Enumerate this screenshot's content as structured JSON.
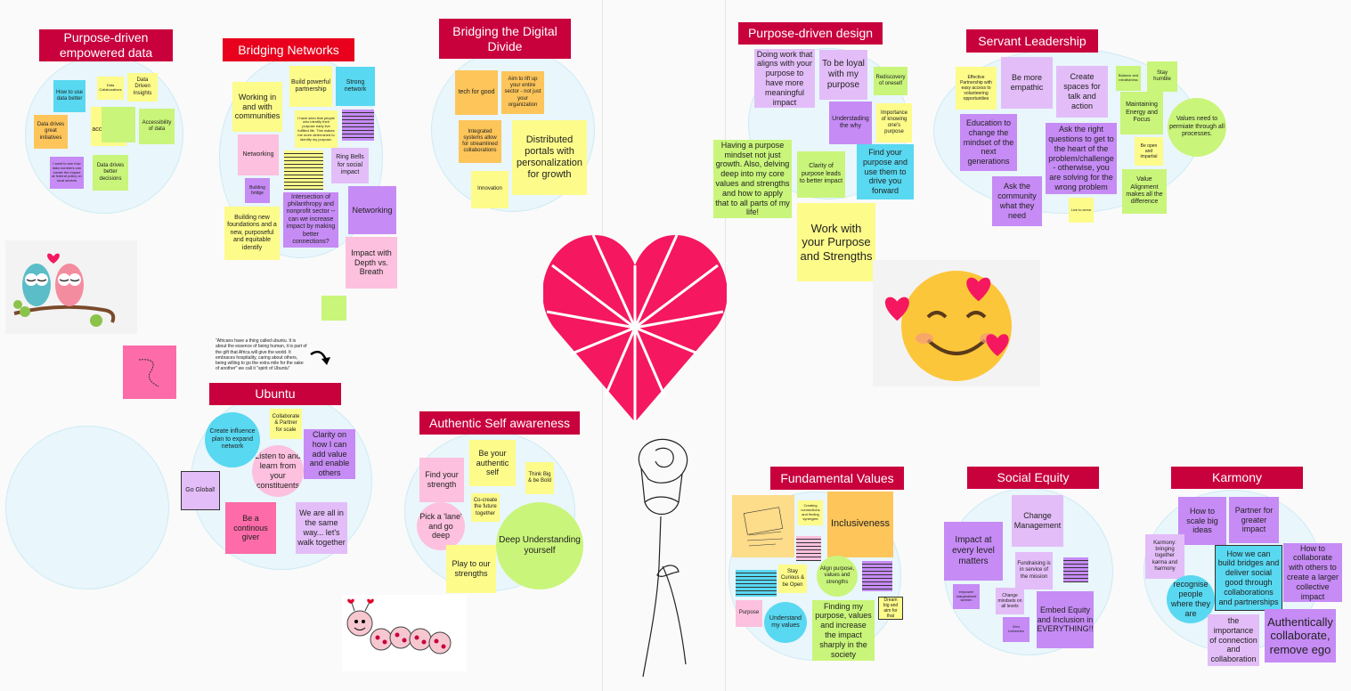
{
  "colors": {
    "header": "#c8003c",
    "heart": "#f5175f",
    "yellow": "#fdfb8a",
    "green": "#c9f57a",
    "purple": "#c68bf5",
    "pink": "#fdc0de",
    "cyan": "#58d8f1",
    "orange": "#fdc55a"
  },
  "icons": {
    "owls": "owl-couple-icon",
    "rose": "rose-drawing-icon",
    "smiley": "smiling-face-with-hearts-icon",
    "caterpillar": "caterpillar-icon",
    "arrow": "curved-arrow-icon",
    "heart": "heart-icon"
  },
  "headers": {
    "purpose_data": "Purpose-driven empowered data",
    "bridging_networks": "Bridging Networks",
    "digital_divide": "Bridging the Digital Divide",
    "purpose_design": "Purpose-driven design",
    "servant": "Servant Leadership",
    "ubuntu": "Ubuntu",
    "authentic": "Authentic Self awareness",
    "fundamental": "Fundamental Values",
    "social_equity": "Social Equity",
    "karmony": "Karmony"
  },
  "notes": {
    "pd1": "How to use data better",
    "pd2": "Data Collaboratives",
    "pd3": "Data Driven Insights",
    "pd4": "Data drives great initiatives",
    "pd5": "Data accessibility",
    "pd6": "Accessibility of data",
    "pd7": "I want to see how data numbers can create the impact at federal policy on local sectors",
    "pd8": "Data drives better decisions",
    "bn1": "Working in and with communities",
    "bn2": "Build powerful partnership",
    "bn3": "Strong network",
    "bn4": "I have seen that people who identify their purpose early live fulfilled life. This makes me more determined to identify my purpose.",
    "bn5": "Networking",
    "bn6": "Ring Bells for social impact",
    "bn7": "Building bridge",
    "bn8": "Intersection of philanthropy and nonprofit sector -- can we increase impact by making better connections?",
    "bn9": "Networking",
    "bn10": "Building new foundations and a new, purposeful and equitable identify",
    "bn11": "Impact with Depth vs. Breath",
    "dd1": "tech for good",
    "dd2": "Aim to lift up your entire sector - not just your organization",
    "dd3": "Integrated systems allow for streamlined collaborations",
    "dd4": "Distributed portals with personalization for growth",
    "dd5": "Innovation",
    "pg1": "Doing work that aligns with your purpose to have more meaningful impact",
    "pg2": "To be loyal with my purpose",
    "pg3": "Rediscovery of oneself",
    "pg4": "Understading the why",
    "pg5": "Importance of knowing one's purpose",
    "pg6": "Having a purpose mindset not just growth. Also, delving deep into my core values and strengths and how to apply that to all parts of my life!",
    "pg7": "Clarity of purpose leads to better impact",
    "pg8": "Find your purpose and use them to drive you forward",
    "pg9": "Work with your Purpose and Strengths",
    "sl1": "Effective Partnership with easy access to volunteering opportunities",
    "sl2": "Be more empathic",
    "sl3": "Create spaces for talk and action",
    "sl4": "Balance and mindfulness",
    "sl5": "Stay humble",
    "sl6": "Maintaining Energy and Focus",
    "sl7": "Education to change the mindset of the next generations",
    "sl8": "Ask the right questions to get to the heart of the problem/challenge - otherwise, you are solving for the wrong problem",
    "sl9": "Be open and impartial",
    "sl10": "Values need to permiate through all processes.",
    "sl11": "Ask the community what they need",
    "sl12": "Live to serve",
    "sl13": "Value Alignment makes all the difference",
    "ub_quote": "\"Africans have a thing called ubuntu. It is about the essence of being human, it is part of the gift that Africa will give the world. It embraces hospitality, caring about others, being willing to go the extra mile for the sake of another\" we call it \"spirit of Ubuntu\"",
    "ub1": "Create influence plan to expand network",
    "ub2": "Collaborate & Partner for scale",
    "ub3": "Clarity on how I can add value and enable others",
    "ub4": "Listen to and learn from your constituents",
    "ub5": "Go Global!",
    "ub6": "Be a continous giver",
    "ub7": "We are all in the same way... let's walk together",
    "as1": "Find your strength",
    "as2": "Be your authentic self",
    "as3": "Think Big & be Bold",
    "as4": "Co-create the future together",
    "as5": "Pick a 'lane' and go deep",
    "as6": "Deep Understanding yourself",
    "as7": "Play to our strengths",
    "fv1": "Creating connections and finding synergies",
    "fv2": "Inclusiveness",
    "fv3": "Stay Curious & be Open",
    "fv4": "Align purpose, values and strengths",
    "fv5": "Purpose",
    "fv6": "Understand my values",
    "fv7": "Finding my purpose, values and increase the impact sharply in the society",
    "fv8": "Dream big and aim for that",
    "se1": "Change Management",
    "se2": "Impact at every level matters",
    "se3": "Fundraising is in service of the mission",
    "se4": "empower marginalized women",
    "se5": "Change mindsets on all levels",
    "se6": "Embed Equity and Inclusion in EVERYTHING!!",
    "se7": "Zero Iceberries",
    "km1": "How to scale big ideas",
    "km2": "Partner for greater impact",
    "km3": "Karmony: bringing together karma and harmony",
    "km4": "How we can build bridges and deliver social good through collaborations and partnerships",
    "km5": "How to collaborate with others to create a larger collective impact",
    "km6": "recognise people where they are",
    "km7": "the importance of connection and collaboration",
    "km8": "Authentically collaborate, remove ego"
  }
}
